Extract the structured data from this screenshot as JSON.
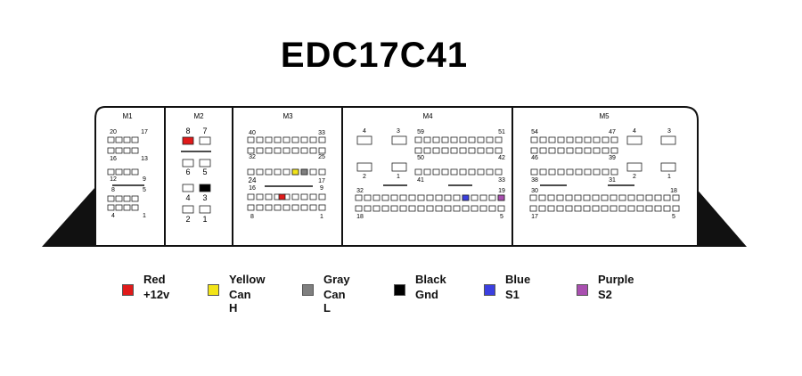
{
  "title": "EDC17C41",
  "colors": {
    "red": "#e01a1a",
    "yellow": "#f2e418",
    "gray": "#7f7f7f",
    "black": "#000000",
    "blue": "#3b3fe0",
    "purple": "#a94fb0"
  },
  "modules": [
    {
      "key": "m1",
      "label": "M1",
      "pins": [
        "20",
        "17",
        "16",
        "13",
        "12",
        "9",
        "8",
        "5",
        "4",
        "1"
      ]
    },
    {
      "key": "m2",
      "label": "M2",
      "pins": [
        "8",
        "7",
        "6",
        "5",
        "4",
        "3",
        "2",
        "1"
      ]
    },
    {
      "key": "m3",
      "label": "M3",
      "pins": [
        "40",
        "33",
        "32",
        "25",
        "24",
        "17",
        "16",
        "9",
        "8",
        "1"
      ]
    },
    {
      "key": "m4",
      "label": "M4",
      "pins": [
        "4",
        "3",
        "59",
        "51",
        "50",
        "42",
        "2",
        "1",
        "41",
        "33",
        "32",
        "19",
        "18",
        "5"
      ]
    },
    {
      "key": "m5",
      "label": "M5",
      "pins": [
        "54",
        "47",
        "4",
        "3",
        "46",
        "39",
        "38",
        "31",
        "2",
        "1",
        "30",
        "18",
        "17",
        "5"
      ]
    }
  ],
  "legend": [
    {
      "color": "#e01a1a",
      "name": "Red",
      "signal": "+12v"
    },
    {
      "color": "#f2e418",
      "name": "Yellow",
      "signal": "Can H"
    },
    {
      "color": "#7f7f7f",
      "name": "Gray",
      "signal": "Can L"
    },
    {
      "color": "#000000",
      "name": "Black",
      "signal": "Gnd"
    },
    {
      "color": "#3b3fe0",
      "name": "Blue",
      "signal": "S1"
    },
    {
      "color": "#a94fb0",
      "name": "Purple",
      "signal": "S2"
    }
  ]
}
